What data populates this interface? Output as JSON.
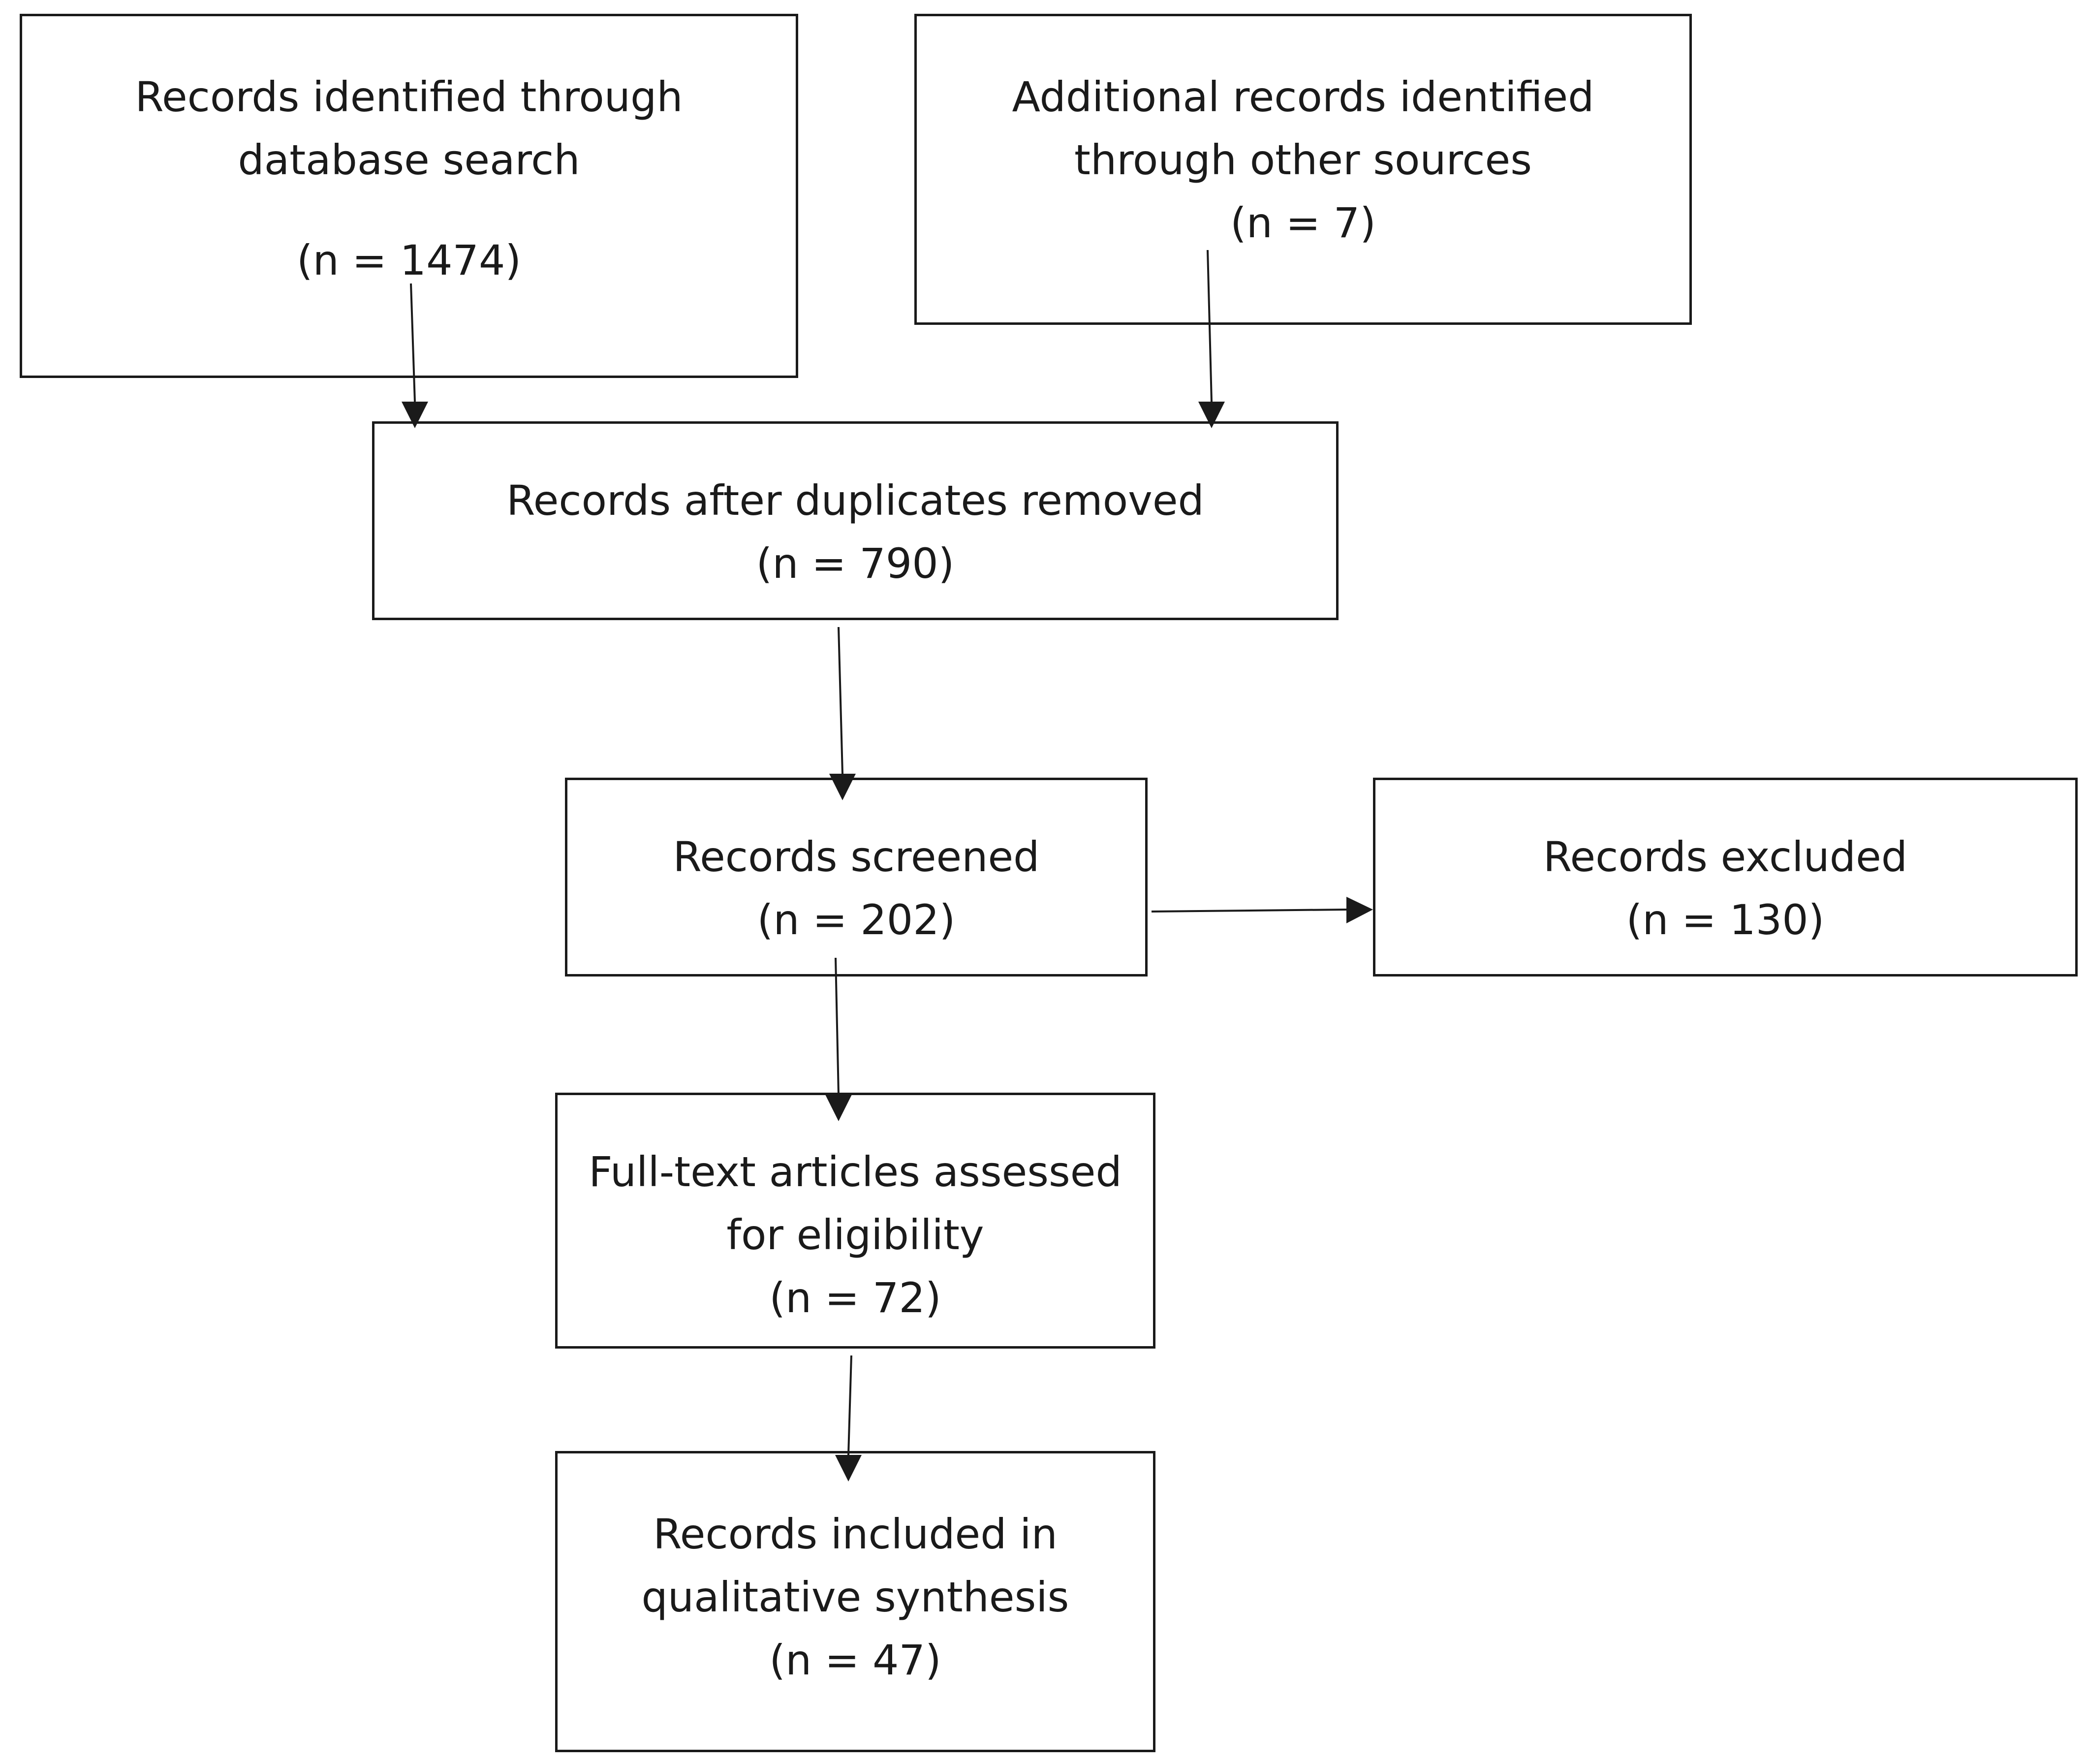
{
  "boxes": {
    "database_search": {
      "lines": [
        "Records identified through",
        "database search"
      ],
      "count": "(n = 1474)"
    },
    "other_sources": {
      "lines": [
        "Additional records identified",
        "through other sources"
      ],
      "count": "(n = 7)"
    },
    "duplicates_removed": {
      "lines": [
        "Records after duplicates removed"
      ],
      "count": "(n = 790)"
    },
    "screened": {
      "lines": [
        "Records screened"
      ],
      "count": "(n = 202)"
    },
    "excluded": {
      "lines": [
        "Records excluded"
      ],
      "count": "(n = 130)"
    },
    "full_text": {
      "lines": [
        "Full-text articles assessed",
        "for eligibility"
      ],
      "count": "(n = 72)"
    },
    "included": {
      "lines": [
        "Records included in",
        "qualitative synthesis"
      ],
      "count": "(n = 47)"
    }
  },
  "colors": {
    "stroke": "#1a1a1a",
    "background": "#ffffff"
  }
}
